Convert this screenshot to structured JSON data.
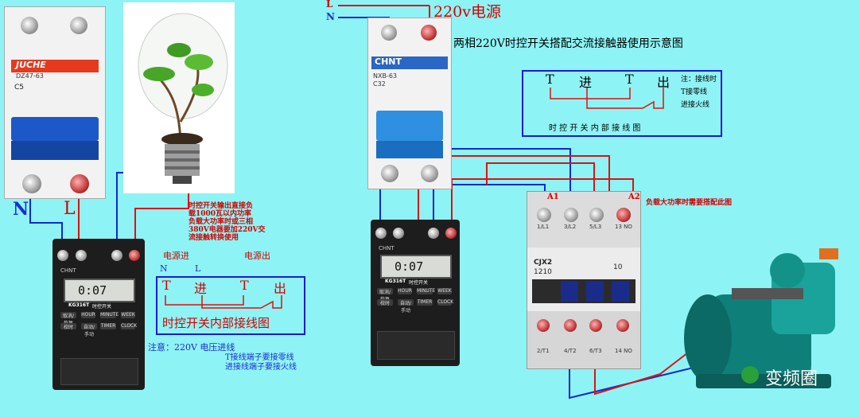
{
  "top_source": {
    "line_L": "L",
    "line_N": "N",
    "power_label": "220v电源"
  },
  "right_title": "两相220V时控开关搭配交流接触器使用示意图",
  "right_wiring_box": {
    "terminals": [
      "T",
      "进",
      "T",
      "出"
    ],
    "caption": "时 控 开 关 内 部 接 线 图",
    "note_lines": [
      "注：接线时",
      "T接零线",
      "进接火线"
    ]
  },
  "left_wiring_box": {
    "top_labels": {
      "n": "N",
      "l": "L",
      "power_in": "电源进",
      "power_out": "电源出"
    },
    "terminals": [
      "T",
      "进",
      "T",
      "出"
    ],
    "caption": "时控开关内部接线图"
  },
  "left_breaker": {
    "brand": "JUCHE",
    "model": "DZ47-63",
    "rating": "C5",
    "label_N": "N",
    "label_L": "L"
  },
  "right_breaker": {
    "brand": "CHNT",
    "model": "NXB-63",
    "rating": "C32"
  },
  "timer_notes": [
    "时控开关输出直接负",
    "载1000瓦以内功率",
    "负载大功率时或三相",
    "380V电器要加220V交",
    "流接触转换使用"
  ],
  "bottom_note": {
    "line1": "注意：220V 电压进线",
    "line2": "T接线端子要接零线",
    "line3": "进接线端子要接火线"
  },
  "timer_device": {
    "brand": "CHNT",
    "model": "KG316T",
    "type_label": "时控开关",
    "lcd_time": "0:07",
    "buttons": [
      "取消/恢复",
      "HOUR",
      "MINUTE",
      "WEEK",
      "校时",
      "自动/手动",
      "TIMER",
      "CLOCK"
    ]
  },
  "contactor": {
    "model": "CJX2",
    "model_number": "1210",
    "aux": "10",
    "coil_a1": "A1",
    "coil_a2": "A2",
    "top_terminals": [
      "1/L1",
      "3/L2",
      "5/L3",
      "13 NO"
    ],
    "bottom_terminals": [
      "2/T1",
      "4/T2",
      "6/T3",
      "14 NO"
    ],
    "note": "负载大功率时需要搭配此图"
  },
  "watermark": "变频圈",
  "colors": {
    "background": "#8ef3f4",
    "live_wire": "#e01010",
    "neutral_wire": "#1028d0",
    "box_border": "#1a1ad8"
  }
}
